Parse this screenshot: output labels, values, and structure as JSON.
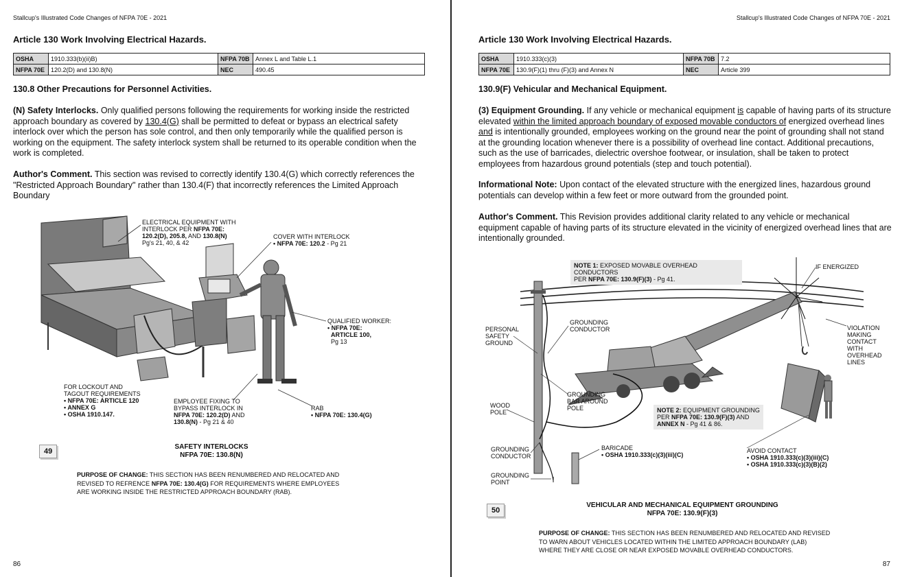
{
  "left": {
    "header": "Stallcup's Illustrated Code Changes of NFPA 70E - 2021",
    "article_title": "Article 130   Work Involving Electrical Hazards.",
    "ref_table": {
      "r1": {
        "k1": "OSHA",
        "v1": "1910.333(b)(ii)B)",
        "k2": "NFPA 70B",
        "v2": "Annex L and Table L.1"
      },
      "r2": {
        "k1": "NFPA 70E",
        "v1": "120.2(D) and 130.8(N)",
        "k2": "NEC",
        "v2": "490.45"
      }
    },
    "section_title": "130.8  Other Precautions for Personnel Activities.",
    "para1_lead": "(N)  Safety Interlocks.",
    "para1_a": " Only qualified persons following the requirements for working inside the restricted approach boundary as covered by ",
    "para1_u": "130.4(G)",
    "para1_b": " shall be permitted to defeat or bypass an electrical safety interlock over which the person has sole control, and then only temporarily while the qualified person is working on the equipment. The safety interlock system shall be returned to its operable condition when the work is completed.",
    "para2_lead": "Author's Comment.",
    "para2": " This section was revised to correctly identify 130.4(G) which correctly references the \"Restricted Approach Boundary\" rather than 130.4(F) that incorrectly references the Limited Approach Boundary",
    "fig_labels": {
      "equip_1": "ELECTRICAL EQUIPMENT WITH",
      "equip_2": "INTERLOCK PER ",
      "equip_2b": "NFPA 70E:",
      "equip_3": "120.2(D), 205.8,",
      "equip_3b": " AND ",
      "equip_3c": "130.8(N)",
      "equip_4": "Pg's 21, 40,  & 42",
      "cover_1": "COVER WITH INTERLOCK",
      "cover_2": "• NFPA 70E: 120.2",
      "cover_2b": " - Pg 21",
      "worker_1": "QUALIFIED WORKER:",
      "worker_2": "• NFPA 70E:",
      "worker_3": "ARTICLE 100,",
      "worker_4": "Pg 13",
      "lockout_1": "FOR LOCKOUT AND",
      "lockout_2": "TAGOUT REQUIREMENTS",
      "lockout_3": "• NFPA 70E: ARTICLE 120",
      "lockout_4": "• ANNEX G",
      "lockout_5": "• OSHA 1910.147.",
      "employee_1": "EMPLOYEE FIXING TO",
      "employee_2": "BYPASS INTERLOCK IN",
      "employee_3": "NFPA 70E: 120.2(D)",
      "employee_3b": " AND",
      "employee_4": "130.8(N)",
      "employee_4b": " - Pg 21 & 40",
      "rab_1": "RAB",
      "rab_2": "• NFPA 70E: 130.4(G)"
    },
    "badge": "49",
    "fig_title_1": "SAFETY INTERLOCKS",
    "fig_title_2": "NFPA 70E: 130.8(N)",
    "purpose_lead": "PURPOSE OF CHANGE:",
    "purpose_a": " THIS SECTION HAS BEEN RENUMBERED AND RELOCATED AND REVISED TO REFRENCE ",
    "purpose_b": "NFPA 70E: 130.4(G)",
    "purpose_c": " FOR REQUIREMENTS WHERE EMPLOYEES ARE WORKING INSIDE THE RESTRICTED APPROACH BOUNDARY (RAB).",
    "folio": "86"
  },
  "right": {
    "header": "Stallcup's Illustrated Code Changes of NFPA 70E - 2021",
    "article_title": "Article 130   Work Involving Electrical Hazards.",
    "ref_table": {
      "r1": {
        "k1": "OSHA",
        "v1": "1910.333(c)(3)",
        "k2": "NFPA 70B",
        "v2": "7.2"
      },
      "r2": {
        "k1": "NFPA 70E",
        "v1": "130.9(F)(1) thru (F)(3) and Annex N",
        "k2": "NEC",
        "v2": "Article 399"
      }
    },
    "section_title": "130.9(F)  Vehicular and Mechanical Equipment.",
    "para1_lead": "(3)  Equipment Grounding.",
    "para1_a": "  If any vehicle or mechanical equipment ",
    "para1_u1": "is",
    "para1_b": " capable of having parts of its structure elevated ",
    "para1_u2": "within the limited approach boundary of exposed movable conductors of",
    "para1_c": " energized overhead lines ",
    "para1_u3": "and",
    "para1_d": " is intentionally grounded, employees working on the ground near the point of grounding shall not stand at the grounding location whenever there is a possibility of overhead line contact. Additional precautions, such as the use of barricades, dielectric overshoe footwear, or insulation, shall be taken to protect employees from hazardous ground potentials (step and touch potential).",
    "para2_lead": "Informational Note:",
    "para2": "  Upon contact of the elevated structure with the energized lines, hazardous ground potentials can develop within a few feet or more outward from the grounded point.",
    "para3_lead": "Author's Comment.",
    "para3": " This Revision provides additional clarity related to any vehicle or mechanical equipment capable of having parts of its structure elevated in the vicinity of energized overhead lines that are intentionally grounded.",
    "fig_labels": {
      "note1_lead": "NOTE 1:",
      "note1_a": " EXPOSED MOVABLE OVERHEAD CONDUCTORS",
      "note1_b": "PER ",
      "note1_c": "NFPA 70E: 130.9(F)(3)",
      "note1_d": " - Pg 41.",
      "if_energized": "IF ENERGIZED",
      "psg_1": "PERSONAL",
      "psg_2": "SAFETY",
      "psg_3": "GROUND",
      "gc_1": "GROUNDING",
      "gc_2": "CONDUCTOR",
      "viol_1": "VIOLATION",
      "viol_2": "MAKING",
      "viol_3": "CONTACT",
      "viol_4": "WITH",
      "viol_5": "OVERHEAD",
      "viol_6": "LINES",
      "gb_1": "GROUNDING",
      "gb_2": "BAR AROUND",
      "gb_3": "POLE",
      "wood_1": "WOOD",
      "wood_2": "POLE",
      "note2_lead": "NOTE 2:",
      "note2_a": " EQUIPMENT GROUNDING",
      "note2_b": "PER ",
      "note2_c": "NFPA 70E: 130.9(F)(3)",
      "note2_d": " AND",
      "note2_e": "ANNEX N",
      "note2_f": " - Pg 41 & 86.",
      "gc2_1": "GROUNDING",
      "gc2_2": "CONDUCTOR",
      "bar_1": "BARICADE",
      "bar_2": "• OSHA 1910.333(c)(3)(iii)(C)",
      "avoid_1": "AVOID CONTACT",
      "avoid_2": "• OSHA 1910.333(c)(3)(iii)(C)",
      "avoid_3": "• OSHA 1910.333(c)(3)(B)(2)",
      "gp_1": "GROUNDING",
      "gp_2": "POINT"
    },
    "badge": "50",
    "fig_title_1": "VEHICULAR AND MECHANICAL EQUIPMENT GROUNDING",
    "fig_title_2": "NFPA 70E: 130.9(F)(3)",
    "purpose_lead": "PURPOSE OF CHANGE:",
    "purpose_a": " THIS SECTION HAS BEEN RENUMBERED AND RELOCATED AND REVISED TO WARN ABOUT VEHICLES LOCATED WITHIN THE LIMITED APPROACH BOUNDARY (LAB) WHERE THEY ARE CLOSE OR NEAR EXPOSED MOVABLE OVERHEAD CONDUCTORS.",
    "folio": "87"
  }
}
